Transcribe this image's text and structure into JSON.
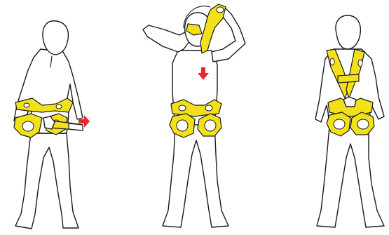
{
  "diagram": {
    "steps": [
      {
        "id": "step-1",
        "description_icon": "figure-pulling-leg-loop"
      },
      {
        "id": "step-2",
        "description_icon": "figure-pulling-shoulder-strap-over-head"
      },
      {
        "id": "step-3",
        "description_icon": "figure-wearing-full-body-harness"
      }
    ]
  },
  "colors": {
    "harness": "#f2e11a",
    "arrow": "#e8272d",
    "outline": "#1a1a1a",
    "background": "#ffffff"
  }
}
